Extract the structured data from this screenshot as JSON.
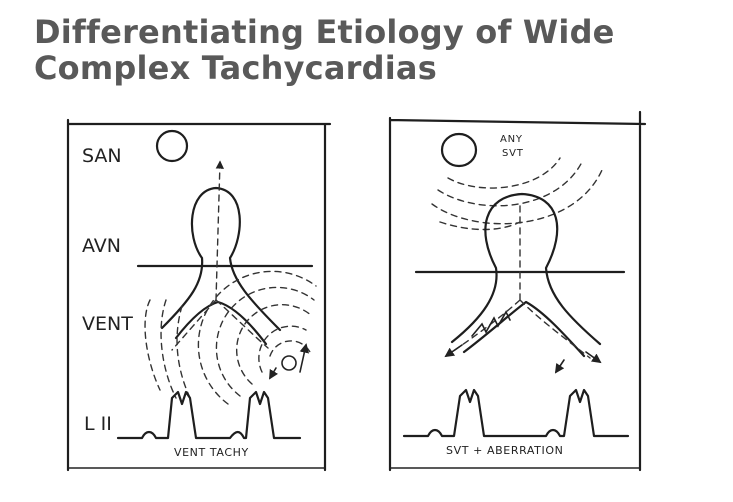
{
  "title": {
    "line1": "Differentiating Etiology of Wide",
    "line2": "Complex Tachycardias"
  },
  "left_panel": {
    "labels": {
      "san": "SAN",
      "avn": "AVN",
      "vent": "VENT",
      "lead": "L II"
    },
    "caption": "VENT TACHY"
  },
  "right_panel": {
    "focus_label_line1": "ANY",
    "focus_label_line2": "SVT",
    "caption": "SVT + ABERRATION"
  }
}
